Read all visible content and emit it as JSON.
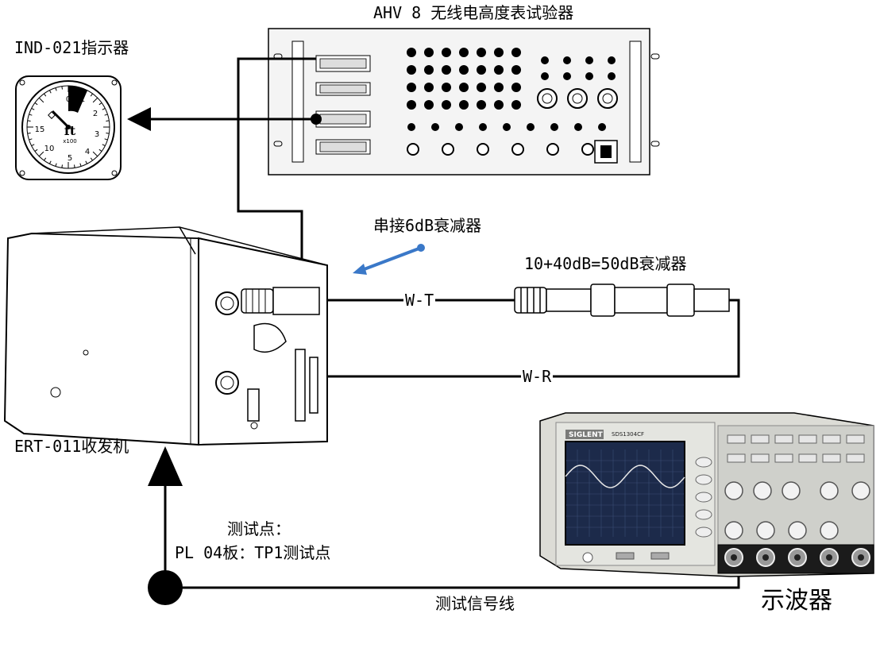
{
  "labels": {
    "tester_title": "AHV 8 无线电高度表试验器",
    "indicator": "IND-021指示器",
    "attenuator_6db": "串接6dB衰减器",
    "attenuator_50db": "10+40dB=50dB衰减器",
    "wt": "W-T",
    "wr": "W-R",
    "transceiver": "ERT-011收发机",
    "test_point_title": "测试点：",
    "test_point_detail": "PL 04板：TP1测试点",
    "signal_line": "测试信号线",
    "oscilloscope": "示波器"
  },
  "indicator": {
    "dial_numbers": [
      "0",
      "1",
      "2",
      "3",
      "4",
      "5",
      "10",
      "15"
    ],
    "unit": "ft",
    "multiplier": "x100"
  },
  "oscilloscope": {
    "brand": "SIGLENT",
    "model": "SDS1304CF"
  },
  "colors": {
    "line": "#000000",
    "pointer": "#3a78c8",
    "panel": "#f2f2f2",
    "osc_body": "#d9dbd6",
    "osc_screen": "#1c2a4a",
    "waveform": "#e8e8e8"
  }
}
